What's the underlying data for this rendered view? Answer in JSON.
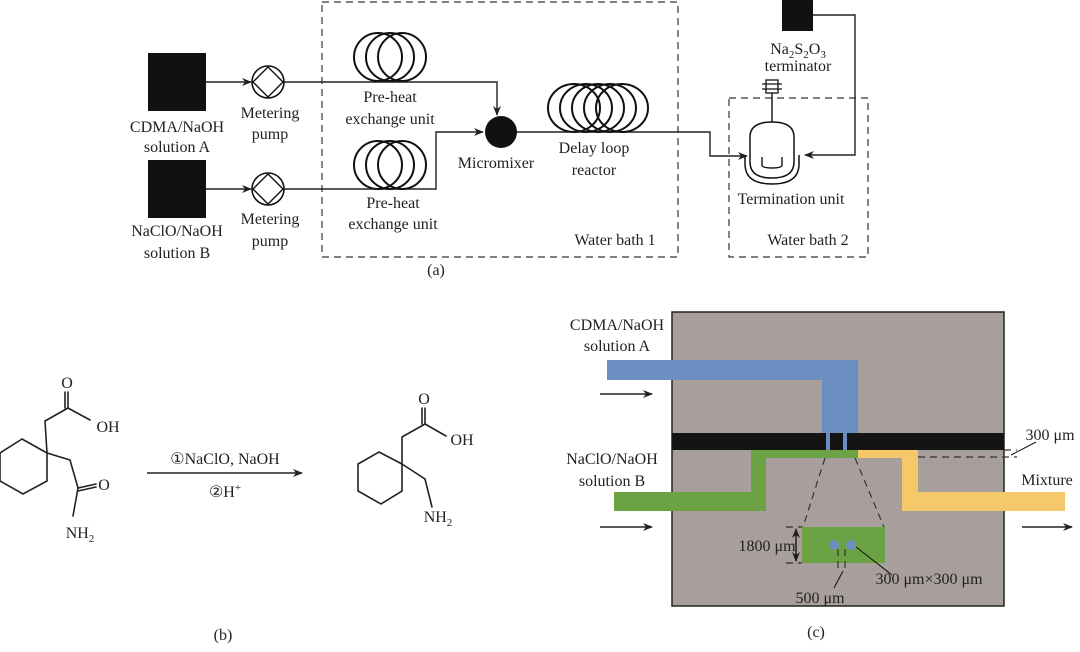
{
  "panel_a": {
    "caption": "(a)",
    "solution_a": [
      "CDMA/NaOH",
      "solution A"
    ],
    "solution_b": [
      "NaClO/NaOH",
      "solution B"
    ],
    "pump_a": [
      "Metering",
      "pump"
    ],
    "pump_b": [
      "Metering",
      "pump"
    ],
    "preheat_a": [
      "Pre-heat",
      "exchange unit"
    ],
    "preheat_b": [
      "Pre-heat",
      "exchange unit"
    ],
    "micromixer": "Micromixer",
    "delay_loop": [
      "Delay loop",
      "reactor"
    ],
    "water_bath_1": "Water bath 1",
    "water_bath_2": "Water bath 2",
    "terminator_formula": {
      "na": "Na",
      "n1": "2",
      "s": "S",
      "n2": "2",
      "o": "O",
      "n3": "3"
    },
    "terminator_label": "terminator",
    "termination_unit": "Termination unit"
  },
  "panel_b": {
    "caption": "(b)",
    "reactant": {
      "oh": "OH",
      "o_acid": "O",
      "o_amide": "O",
      "nh": "NH",
      "sub": "2"
    },
    "product": {
      "oh": "OH",
      "o_acid": "O",
      "nh": "NH",
      "sub": "2"
    },
    "step1": "①NaClO, NaOH",
    "step2": "②H",
    "step2_sup": "+"
  },
  "panel_c": {
    "caption": "(c)",
    "inlet_a": [
      "CDMA/NaOH",
      "solution A"
    ],
    "inlet_b": [
      "NaClO/NaOH",
      "solution B"
    ],
    "outlet": "Mixture",
    "dim_layer": "300 μm",
    "dim_height": "1800 μm",
    "dim_hole": "300 μm×300 μm",
    "dim_gap": "500 μm",
    "colors": {
      "chip": "#a89f9c",
      "channel_a": "#6a8fc0",
      "channel_b": "#6aa244",
      "mixture": "#f5c86a",
      "plate": "#141414"
    }
  }
}
